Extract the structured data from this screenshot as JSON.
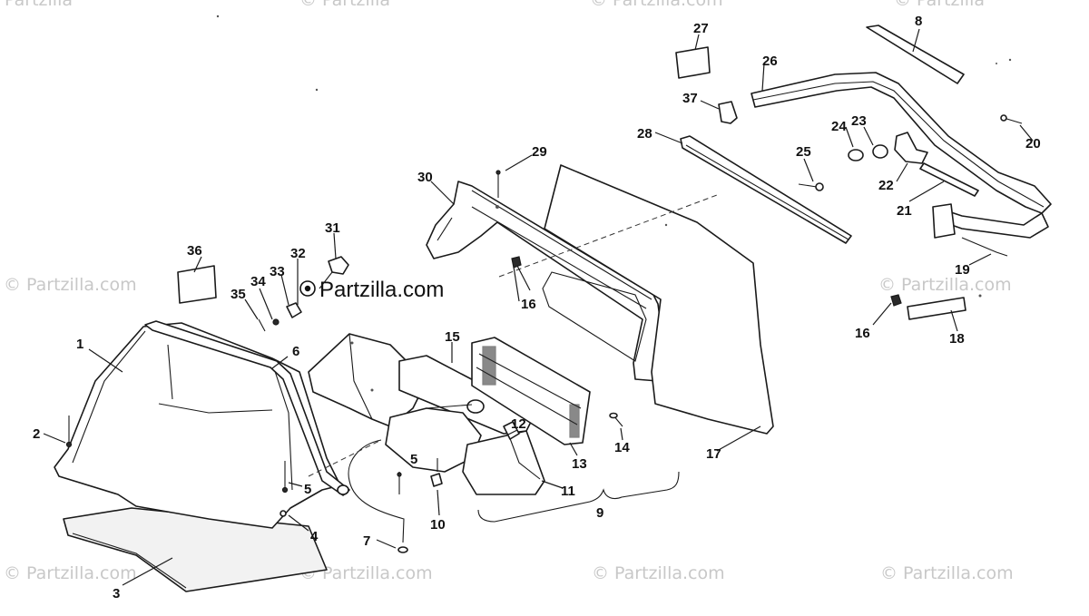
{
  "watermark": {
    "main": "Partzilla.com",
    "corner": "© Partzilla.com",
    "top_fragment_1": "© Partzilla",
    "top_fragment_2": "© Partzilla",
    "top_fragment_3": "© Partzilla.com"
  },
  "callouts": [
    {
      "id": "1",
      "label": "1"
    },
    {
      "id": "2",
      "label": "2"
    },
    {
      "id": "3",
      "label": "3"
    },
    {
      "id": "4",
      "label": "4"
    },
    {
      "id": "5a",
      "label": "5"
    },
    {
      "id": "5b",
      "label": "5"
    },
    {
      "id": "6",
      "label": "6"
    },
    {
      "id": "7",
      "label": "7"
    },
    {
      "id": "8",
      "label": "8"
    },
    {
      "id": "9",
      "label": "9"
    },
    {
      "id": "10",
      "label": "10"
    },
    {
      "id": "11",
      "label": "11"
    },
    {
      "id": "12",
      "label": "12"
    },
    {
      "id": "13",
      "label": "13"
    },
    {
      "id": "14",
      "label": "14"
    },
    {
      "id": "15",
      "label": "15"
    },
    {
      "id": "16a",
      "label": "16"
    },
    {
      "id": "16b",
      "label": "16"
    },
    {
      "id": "17",
      "label": "17"
    },
    {
      "id": "18",
      "label": "18"
    },
    {
      "id": "19",
      "label": "19"
    },
    {
      "id": "20",
      "label": "20"
    },
    {
      "id": "21",
      "label": "21"
    },
    {
      "id": "22",
      "label": "22"
    },
    {
      "id": "23",
      "label": "23"
    },
    {
      "id": "24",
      "label": "24"
    },
    {
      "id": "25",
      "label": "25"
    },
    {
      "id": "26",
      "label": "26"
    },
    {
      "id": "27",
      "label": "27"
    },
    {
      "id": "28",
      "label": "28"
    },
    {
      "id": "29",
      "label": "29"
    },
    {
      "id": "30",
      "label": "30"
    },
    {
      "id": "31",
      "label": "31"
    },
    {
      "id": "32",
      "label": "32"
    },
    {
      "id": "33",
      "label": "33"
    },
    {
      "id": "34",
      "label": "34"
    },
    {
      "id": "35",
      "label": "35"
    },
    {
      "id": "36",
      "label": "36"
    },
    {
      "id": "37",
      "label": "37"
    }
  ]
}
